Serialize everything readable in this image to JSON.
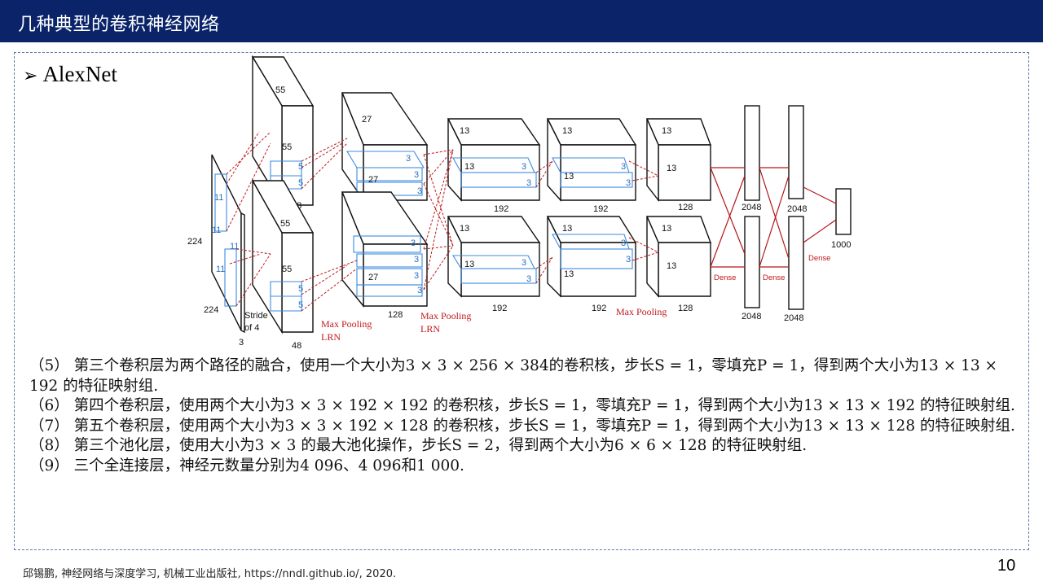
{
  "header": {
    "title": "几种典型的卷积神经网络"
  },
  "section": {
    "marker": "➢",
    "title": "AlexNet"
  },
  "diagram": {
    "input": {
      "width": "224",
      "height": "224",
      "depth": "3",
      "kernel": "11",
      "stride": "Stride of 4"
    },
    "conv1": {
      "h": "55",
      "w": "55",
      "depth": "48",
      "kernel": "5"
    },
    "conv2": {
      "h": "27",
      "w": "27",
      "depth": "128",
      "kernel": "3"
    },
    "conv3": {
      "h": "13",
      "w": "13",
      "depth": "192",
      "kernel": "3"
    },
    "conv4": {
      "h": "13",
      "w": "13",
      "depth": "192",
      "kernel": "3"
    },
    "conv5": {
      "h": "13",
      "w": "13",
      "depth": "128"
    },
    "fc": {
      "fc1": "2048",
      "fc2": "2048",
      "out": "1000",
      "dense": "Dense"
    },
    "pool1": "Max Pooling",
    "lrn": "LRN",
    "pool2": "Max Pooling",
    "pool3": "Max Pooling"
  },
  "body": {
    "p5": "（5） 第三个卷积层为两个路径的融合，使用一个大小为3 × 3 × 256 × 384的卷积核，步长S = 1，零填充P = 1，得到两个大小为13 × 13 × 192 的特征映射组.",
    "p6": "（6） 第四个卷积层，使用两个大小为3 × 3 × 192 × 192 的卷积核，步长S = 1，零填充P = 1，得到两个大小为13 × 13 × 192 的特征映射组.",
    "p7": "（7） 第五个卷积层，使用两个大小为3 × 3 × 192 × 128 的卷积核，步长S = 1，零填充P = 1，得到两个大小为13 × 13 × 128 的特征映射组.",
    "p8": "（8） 第三个池化层，使用大小为3 × 3 的最大池化操作，步长S = 2，得到两个大小为6 × 6 × 128 的特征映射组.",
    "p9": "（9） 三个全连接层，神经元数量分别为4 096、4 096和1 000."
  },
  "footer": {
    "citation": "邱锡鹏, 神经网络与深度学习, 机械工业出版社, https://nndl.github.io/,   2020.",
    "page": "10"
  },
  "colors": {
    "header_bg": "#0b2469",
    "kernel_blue": "#3d8be0",
    "pool_red": "#c0191b"
  }
}
